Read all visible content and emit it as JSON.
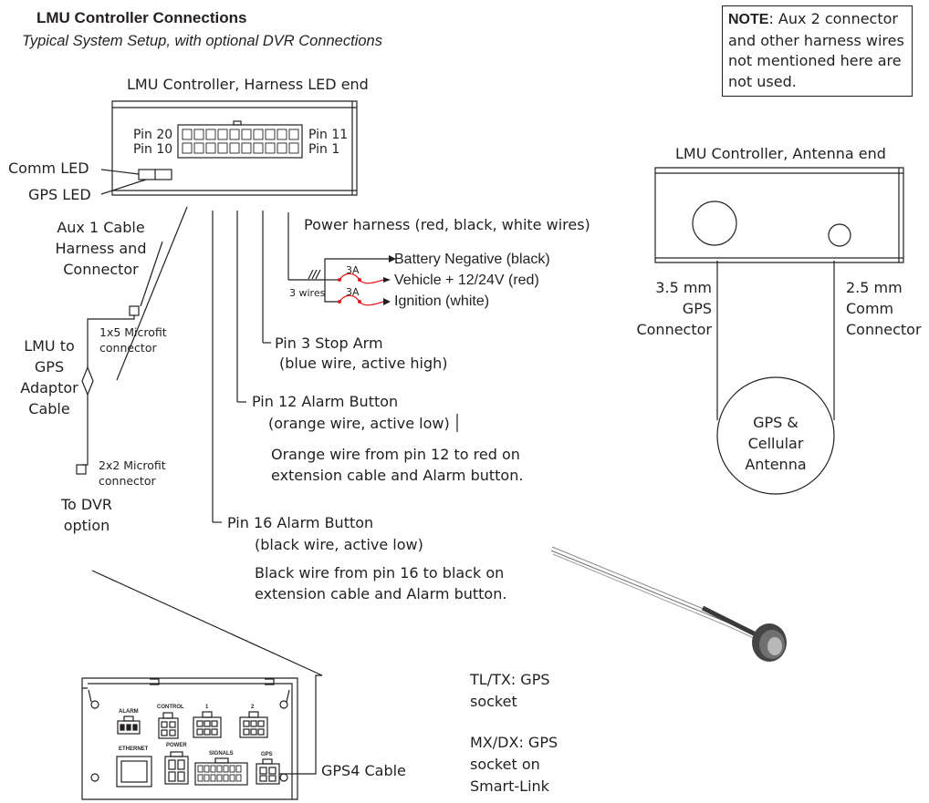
{
  "header": {
    "title": "LMU Controller Connections",
    "subtitle": "Typical System Setup, with optional DVR Connections"
  },
  "note": {
    "label": "NOTE",
    "text": ": Aux 2 connector and other harness wires not mentioned here are not used."
  },
  "led_end": {
    "title": "LMU Controller, Harness LED end",
    "pin20": "Pin 20",
    "pin10": "Pin 10",
    "pin11": "Pin 11",
    "pin1": "Pin 1",
    "comm_led": "Comm LED",
    "gps_led": "GPS LED"
  },
  "aux": {
    "label": "Aux 1 Cable Harness and Connector",
    "microfit_1x5": "1x5 Microfit connector",
    "adaptor": "LMU to GPS Adaptor Cable",
    "microfit_2x2": "2x2 Microfit connector",
    "dvr": "To DVR option"
  },
  "power": {
    "heading": "Power harness (red, black, white wires)",
    "battery": "Battery Negative (black)",
    "vehicle": "Vehicle + 12/24V (red)",
    "ignition": "Ignition (white)",
    "fuse1": "3A",
    "fuse2": "3A",
    "wires": "3 wires"
  },
  "pins": {
    "pin3": "Pin 3 Stop Arm",
    "pin3_desc": "(blue wire, active high)",
    "pin12": "Pin 12  Alarm Button",
    "pin12_desc": "(orange wire, active low)",
    "pin12_note": "Orange wire from pin 12 to red on extension cable and Alarm button.",
    "pin16": "Pin 16 Alarm Button",
    "pin16_desc": "(black wire, active low)",
    "pin16_note": "Black wire from pin 16 to black on extension cable and Alarm button."
  },
  "antenna_end": {
    "title": "LMU Controller, Antenna end",
    "gps_conn": "3.5 mm GPS Connector",
    "comm_conn": "2.5 mm Comm Connector",
    "antenna": "GPS & Cellular Antenna"
  },
  "dvr_box": {
    "alarm": "ALARM",
    "control": "CONTROL",
    "p1": "1",
    "p2": "2",
    "ethernet": "ETHERNET",
    "power": "POWER",
    "signals": "SIGNALS",
    "gps": "GPS"
  },
  "gps4_cable": "GPS4  Cable",
  "sockets": {
    "tltx": "TL/TX: GPS socket",
    "mxdx": "MX/DX: GPS socket on Smart-Link"
  },
  "colors": {
    "line": "#231f20",
    "fuse": "#e31e24"
  }
}
